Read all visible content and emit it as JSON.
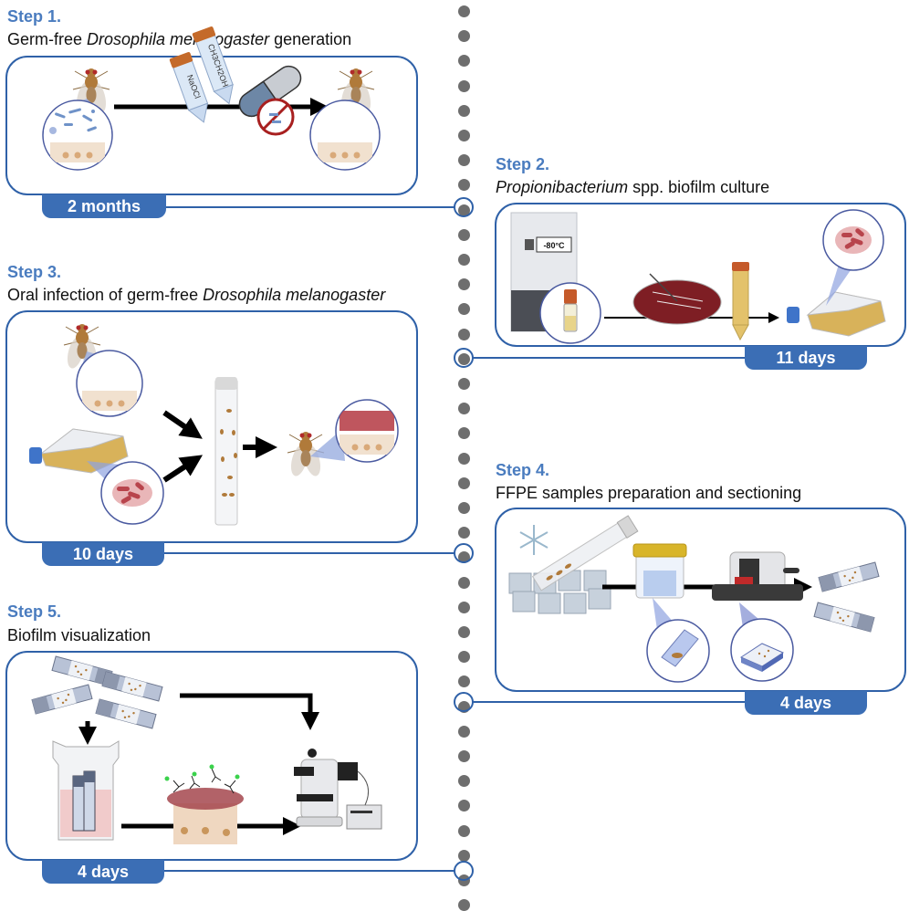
{
  "colors": {
    "accent": "#4a7cbf",
    "border": "#2f61a8",
    "badge": "#3b6eb5",
    "dot": "#6e6e6e"
  },
  "steps": [
    {
      "number": "Step 1.",
      "title_pre": "Germ-free ",
      "title_italic": "Drosophila melanogaster",
      "title_post": " generation",
      "duration": "2 months",
      "labels": {
        "tube_a": "NaOCl",
        "tube_b": "CH3CH2OH"
      }
    },
    {
      "number": "Step 2.",
      "title_pre": "",
      "title_italic": "Propionibacterium",
      "title_post": " spp. biofilm culture",
      "duration": "11 days",
      "labels": {
        "freezer": "-80°C"
      }
    },
    {
      "number": "Step 3.",
      "title_pre": "Oral infection of germ-free ",
      "title_italic": "Drosophila melanogaster",
      "title_post": "",
      "duration": "10 days"
    },
    {
      "number": "Step 4.",
      "title_pre": "FFPE samples preparation and sectioning",
      "title_italic": "",
      "title_post": "",
      "duration": "4 days"
    },
    {
      "number": "Step 5.",
      "title_pre": "Biofilm visualization",
      "title_italic": "",
      "title_post": "",
      "duration": "4 days"
    }
  ],
  "icons": [
    "fly-icon",
    "magnifier-icon",
    "tube-icon",
    "capsule-icon",
    "no-bacteria-icon",
    "freezer-icon",
    "petri-dish-icon",
    "flask-icon",
    "vial-icon",
    "snowflake-icon",
    "ice-cubes-icon",
    "jar-icon",
    "cassette-icon",
    "microtome-icon",
    "slide-icon",
    "staining-jar-icon",
    "antibody-tissue-icon",
    "microscope-icon",
    "arrow-icon"
  ]
}
